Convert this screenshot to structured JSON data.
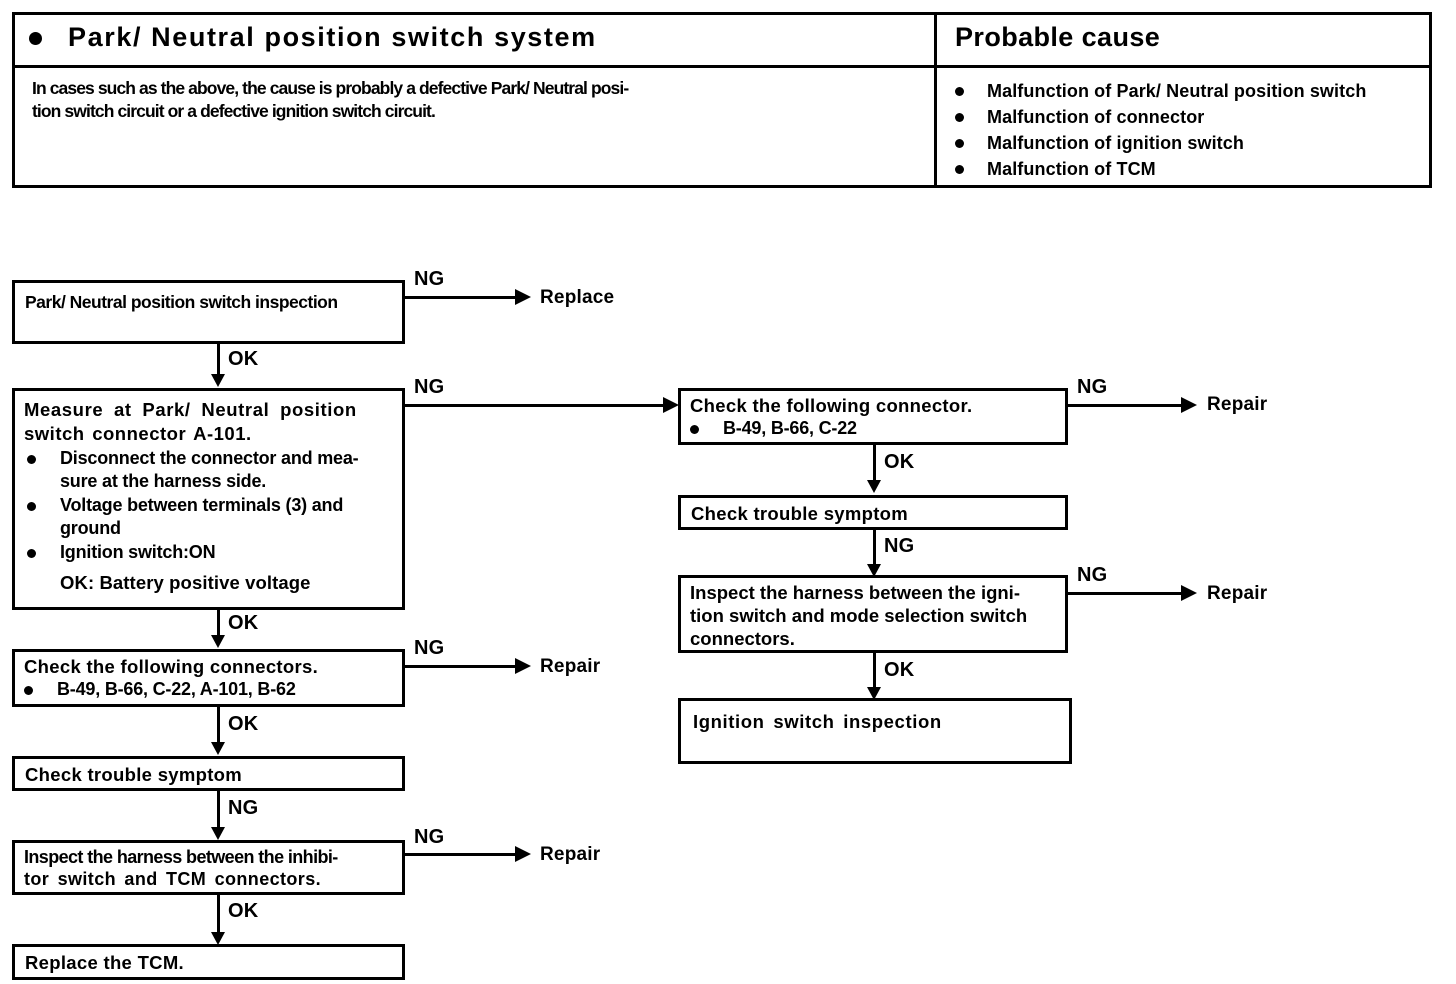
{
  "header": {
    "title_left": "Park/ Neutral position switch system",
    "title_right": "Probable cause",
    "description_line1": "In cases such as the above, the cause is probably a defective Park/ Neutral posi-",
    "description_line2": "tion switch circuit or a defective ignition switch circuit.",
    "probable_causes": [
      "Malfunction of Park/ Neutral position switch",
      "Malfunction of connector",
      "Malfunction of ignition switch",
      "Malfunction of TCM"
    ]
  },
  "flow": {
    "left": {
      "box1": {
        "text": "Park/ Neutral position switch inspection"
      },
      "box2": {
        "title_line1": "Measure at Park/ Neutral position",
        "title_line2": "switch connector A-101.",
        "bullets": [
          "Disconnect the connector and mea-\nsure at the harness side.",
          "Voltage between terminals (3) and\nground",
          "Ignition switch:ON"
        ],
        "ok_note": "OK: Battery positive voltage"
      },
      "box3": {
        "title": "Check the following connectors.",
        "bullet": "B-49, B-66, C-22, A-101, B-62"
      },
      "box4": {
        "text": "Check trouble symptom"
      },
      "box5": {
        "line1": "Inspect the harness between the inhibi-",
        "line2": "tor switch and TCM connectors."
      },
      "box6": {
        "text": "Replace the TCM."
      }
    },
    "right": {
      "box1": {
        "title": "Check the following connector.",
        "bullet": "B-49, B-66, C-22"
      },
      "box2": {
        "text": "Check trouble symptom"
      },
      "box3": {
        "line1": "Inspect the harness between the igni-",
        "line2": "tion switch and mode selection switch",
        "line3": "connectors."
      },
      "box4": {
        "text": "Ignition switch  inspection"
      }
    },
    "edge_labels": {
      "ng": "NG",
      "ok": "OK"
    },
    "terminals": {
      "replace": "Replace",
      "repair": "Repair"
    }
  },
  "colors": {
    "ink": "#000000",
    "paper": "#ffffff"
  }
}
